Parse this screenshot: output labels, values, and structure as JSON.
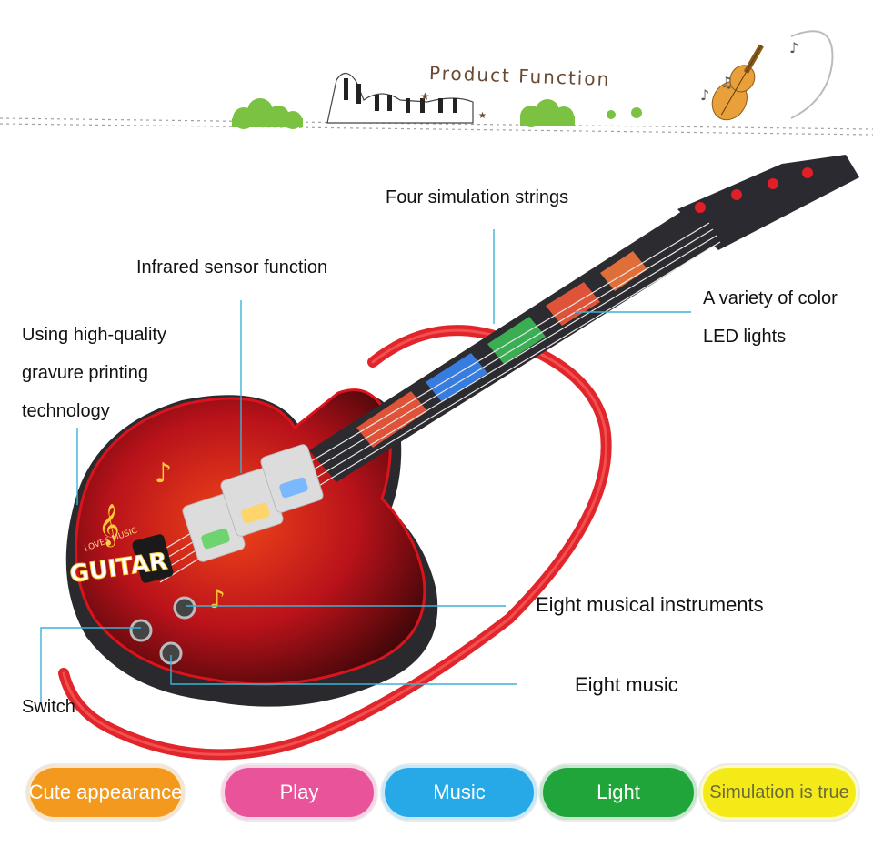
{
  "header": {
    "title": "Product Function"
  },
  "callouts": {
    "strings": "Four simulation strings",
    "sensor": "Infrared sensor function",
    "printing": [
      "Using high-quality",
      "gravure printing",
      "technology"
    ],
    "lights": [
      "A variety of color",
      "LED lights"
    ],
    "instruments": "Eight musical instruments",
    "music": "Eight music",
    "switch": "Switch"
  },
  "guitar_print": {
    "brand_small": "LOVES MUSIC",
    "brand_big": "GUITAR"
  },
  "features": [
    {
      "label": "Cute appearance",
      "color": "#f39a1e"
    },
    {
      "label": "Play",
      "color": "#e9539a"
    },
    {
      "label": "Music",
      "color": "#26a9e6"
    },
    {
      "label": "Light",
      "color": "#1fa53a"
    },
    {
      "label": "Simulation is true",
      "color": "#f4ea18"
    }
  ],
  "colors": {
    "leader_line": "#3cb2d6",
    "body_red": "#c8141b",
    "strap": "#e0262b"
  }
}
